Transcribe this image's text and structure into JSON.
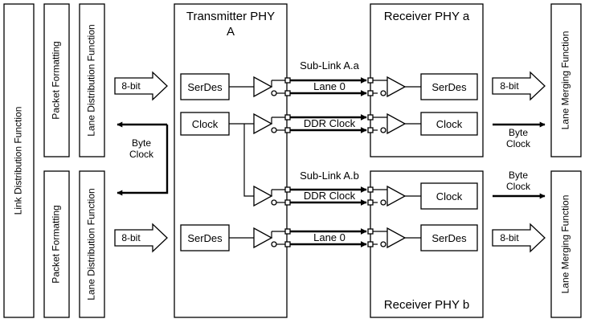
{
  "labels": {
    "link_distribution": "Link Distribution Function",
    "packet_formatting": "Packet Formatting",
    "lane_distribution": "Lane Distribution Function",
    "lane_merging": "Lane Merging Function",
    "transmitter_line1": "Transmitter PHY",
    "transmitter_line2": "A",
    "receiver_a": "Receiver  PHY a",
    "receiver_b": "Receiver  PHY b",
    "serdes": "SerDes",
    "clock": "Clock",
    "eight_bit": "8-bit",
    "byte": "Byte",
    "byte_clock": "Clock",
    "sublink_a": "Sub-Link A.a",
    "sublink_b": "Sub-Link A.b",
    "lane0": "Lane 0",
    "ddr_clock": "DDR Clock"
  }
}
